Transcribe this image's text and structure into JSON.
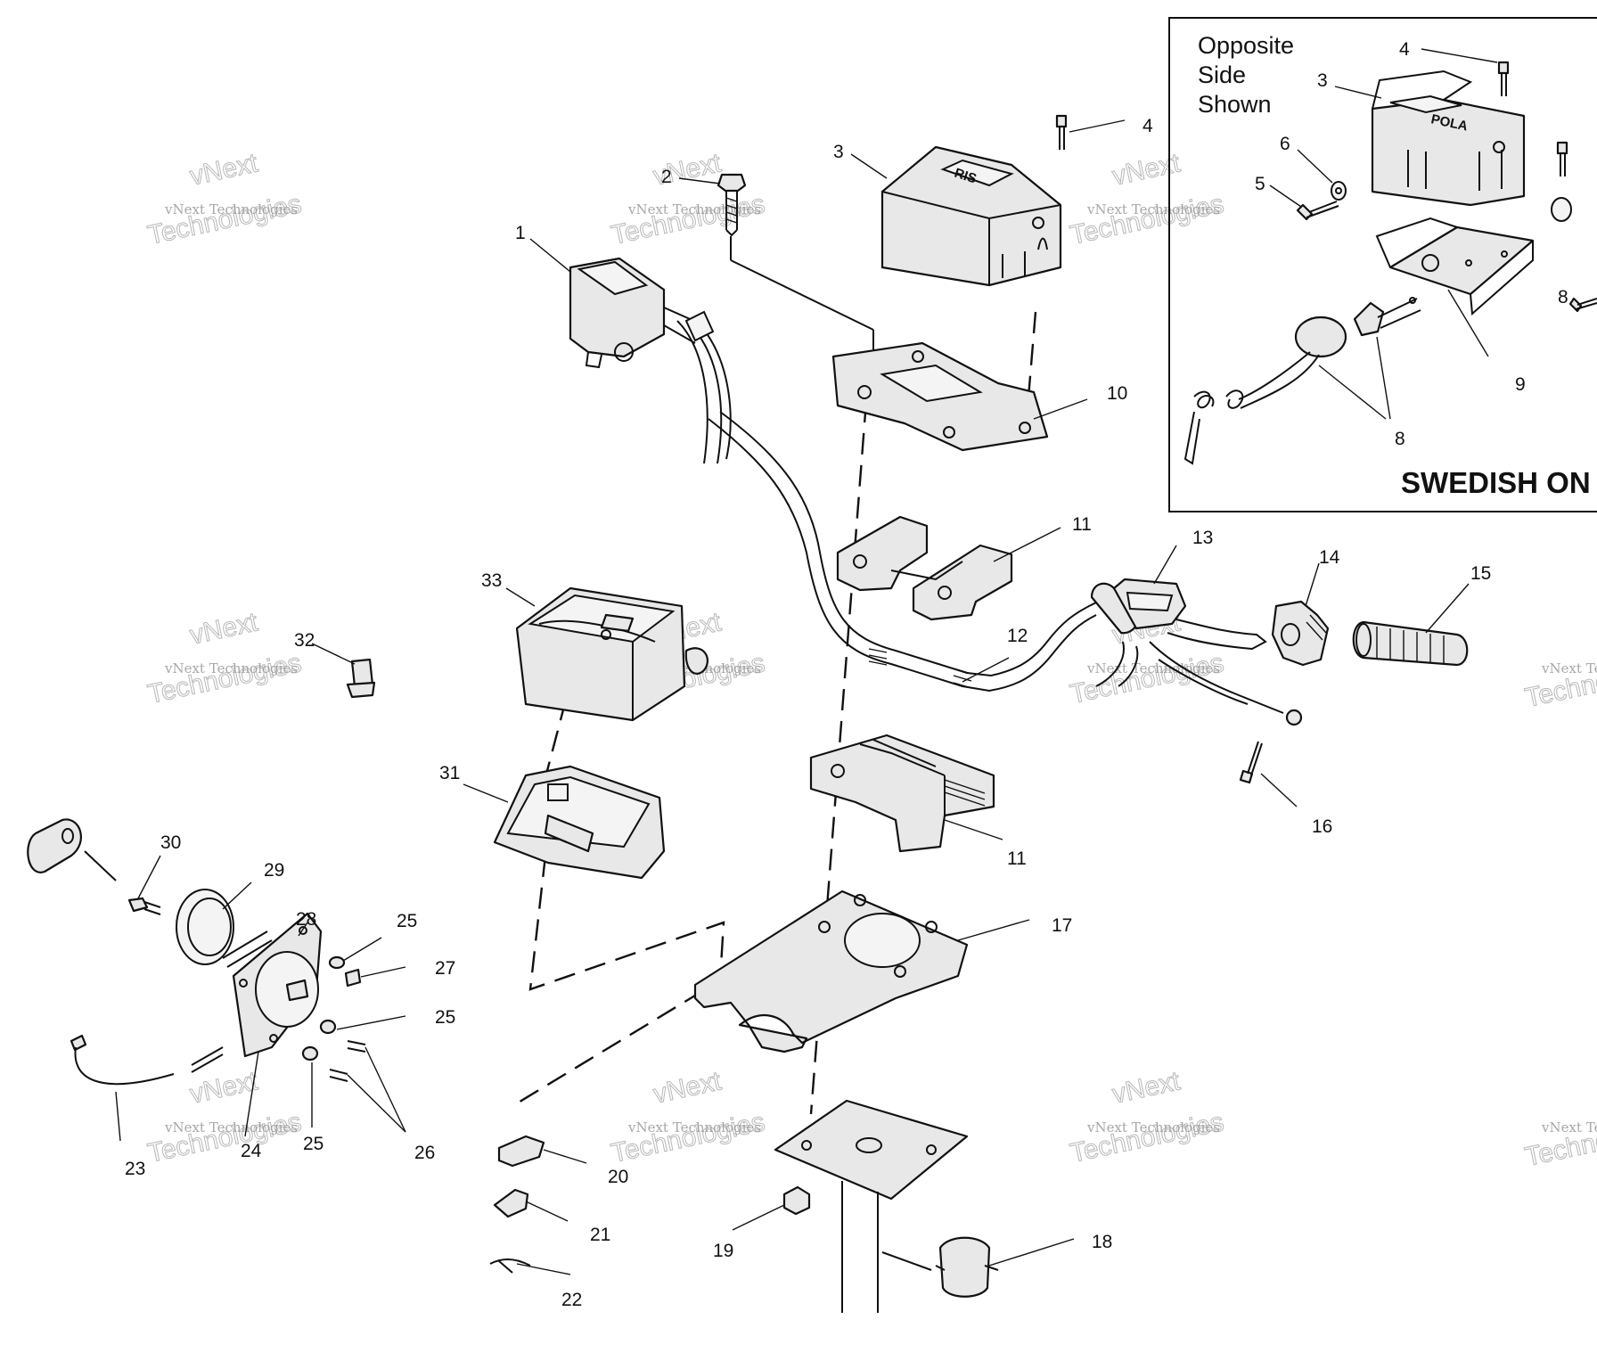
{
  "inset": {
    "caption_line1": "Opposite",
    "caption_line2": "Side",
    "caption_line3": "Shown",
    "footer": "SWEDISH ON",
    "callouts": [
      "4",
      "3",
      "6",
      "5",
      "8",
      "9",
      "8"
    ]
  },
  "callouts": {
    "c1": "1",
    "c2": "2",
    "c3": "3",
    "c4": "4",
    "c10": "10",
    "c11a": "11",
    "c11b": "11",
    "c12": "12",
    "c13": "13",
    "c14": "14",
    "c15": "15",
    "c16": "16",
    "c17": "17",
    "c18": "18",
    "c19": "19",
    "c20": "20",
    "c21": "21",
    "c22": "22",
    "c23": "23",
    "c24": "24",
    "c25a": "25",
    "c25b": "25",
    "c25c": "25",
    "c26": "26",
    "c27": "27",
    "c28": "28",
    "c29": "29",
    "c30": "30",
    "c31": "31",
    "c32": "32",
    "c33": "33"
  },
  "decal_text": {
    "main_cover": "RIS",
    "inset_cover": "POLA"
  },
  "watermark": {
    "small": "vNext Technologies",
    "big_line1": "vNext",
    "big_line2": "Technologies"
  },
  "colors": {
    "line": "#111111",
    "part_fill": "#e8e8e8",
    "watermark": "#8a8a8a",
    "background": "#ffffff"
  }
}
